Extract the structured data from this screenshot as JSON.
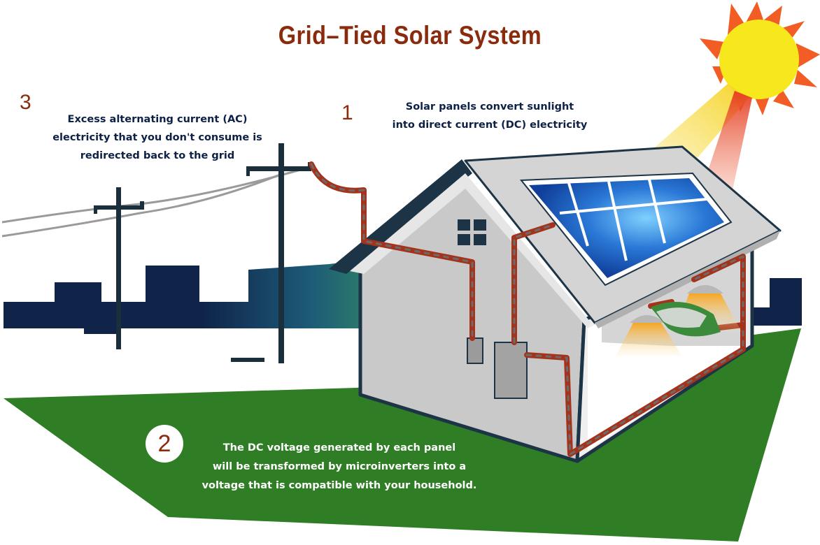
{
  "title": "Grid–Tied Solar System",
  "steps": [
    {
      "number": "1",
      "text": "Solar panels convert sunlight\ninto direct current (DC) electricity"
    },
    {
      "number": "2",
      "text": "The DC voltage generated by each panel\nwill be transformed by microinverters into a\nvoltage that is compatible with your household."
    },
    {
      "number": "3",
      "text": "Excess alternating current (AC)\nelectricity that you don't consume is\nredirected back to the grid"
    }
  ],
  "colors": {
    "title": "#8b2b0e",
    "caption": "#0d2147",
    "grass": "#2f7d24",
    "house_wall": "#c7c7c7",
    "roof": "#d9d9d9",
    "roof_edge": "#1c3446",
    "panel": "#1657b5",
    "wire": "#a5321a",
    "sun": "#f7e81d",
    "sun_rays": "#f15d24",
    "skyline": "#0f2448"
  }
}
